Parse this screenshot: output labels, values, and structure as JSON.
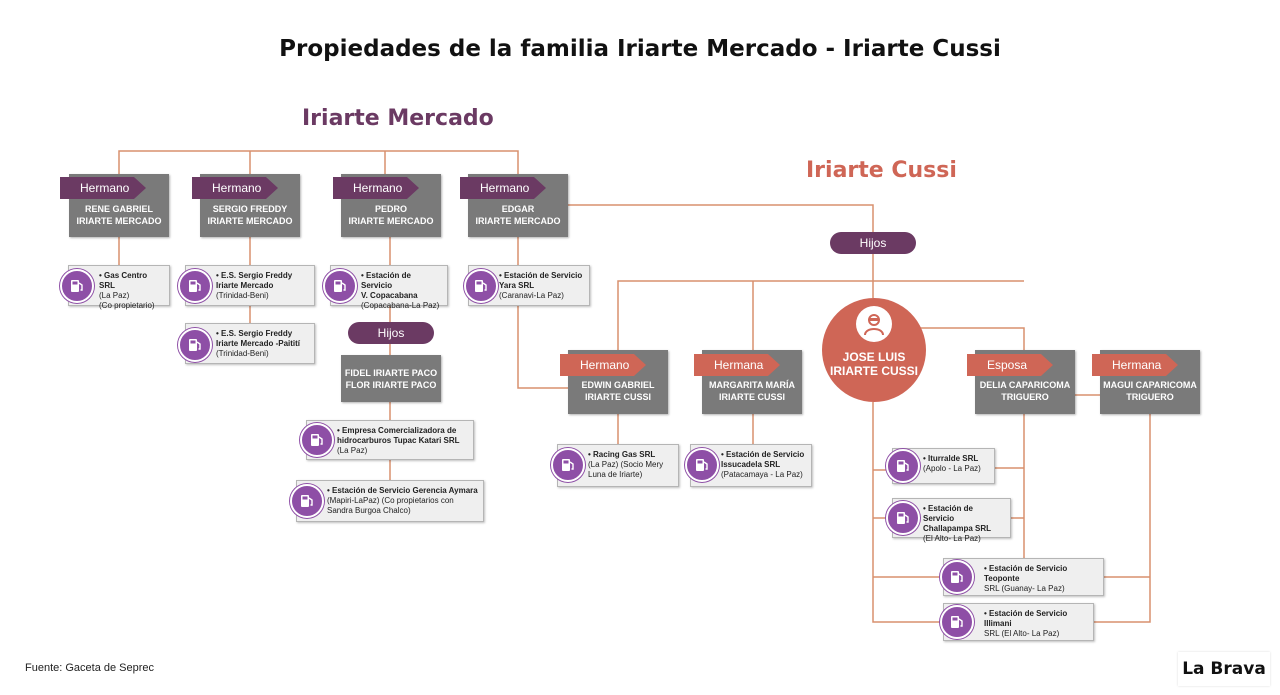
{
  "title": "Propiedades de la familia Iriarte Mercado - Iriarte Cussi",
  "families": {
    "mercado": "Iriarte Mercado",
    "cussi": "Iriarte Cussi"
  },
  "colors": {
    "purple": "#6b3a63",
    "coral": "#cf6656",
    "line": "#d8906e",
    "grey_box": "#7a7a7a",
    "icon": "#8e4fa6"
  },
  "people": {
    "rene": {
      "tag": "Hermano",
      "name": "RENE GABRIEL\nIRIARTE MERCADO"
    },
    "sergio": {
      "tag": "Hermano",
      "name": "SERGIO FREDDY\nIRIARTE MERCADO"
    },
    "pedro": {
      "tag": "Hermano",
      "name": "PEDRO\nIRIARTE MERCADO"
    },
    "edgar": {
      "tag": "Hermano",
      "name": "EDGAR\nIRIARTE MERCADO"
    },
    "edwin": {
      "tag": "Hermano",
      "name": "EDWIN GABRIEL\nIRIARTE CUSSI"
    },
    "margarita": {
      "tag": "Hermana",
      "name": "MARGARITA MARÍA\nIRIARTE CUSSI"
    },
    "delia": {
      "tag": "Esposa",
      "name": "DELIA CAPARICOMA\nTRIGUERO"
    },
    "magui": {
      "tag": "Hermana",
      "name": "MAGUI CAPARICOMA\nTRIGUERO"
    },
    "jose": {
      "name": "JOSE LUIS\nIRIARTE CUSSI"
    },
    "pedro_children": {
      "name": "FIDEL IRIARTE PACO\nFLOR IRIARTE PACO"
    }
  },
  "hijos_label": "Hijos",
  "properties": {
    "gas_centro": {
      "name": "Gas Centro SRL",
      "detail": "(La Paz)\n(Co propietario)"
    },
    "es_sergio_1": {
      "name": "E.S. Sergio Freddy\nIriarte Mercado",
      "detail": "(Trinidad-Beni)"
    },
    "es_sergio_2": {
      "name": "E.S. Sergio Freddy\nIriarte Mercado -Paitití",
      "detail": "(Trinidad-Beni)"
    },
    "copacabana": {
      "name": "Estación de Servicio\nV. Copacabana",
      "detail": "(Copacabana-La Paz)"
    },
    "yara": {
      "name": "Estación de Servicio\nYara SRL",
      "detail": "(Caranavi-La Paz)"
    },
    "tupac": {
      "name": "Empresa Comercializadora de\nhidrocarburos Tupac Katari SRL",
      "detail": "(La Paz)"
    },
    "gerencia": {
      "name": "Estación de Servicio Gerencia Aymara",
      "detail": "(Mapiri-LaPaz) (Co propietarios con\nSandra Burgoa Chalco)"
    },
    "racing": {
      "name": "Racing Gas SRL",
      "detail": "(La Paz) (Socio Mery\nLuna de Iriarte)"
    },
    "issucadela": {
      "name": "Estación de Servicio\nIssucadela SRL",
      "detail": "(Patacamaya - La Paz)"
    },
    "iturralde": {
      "name": "Iturralde SRL",
      "detail": "(Apolo - La Paz)"
    },
    "challapampa": {
      "name": "Estación de Servicio\nChallapampa SRL",
      "detail": "(El Alto- La Paz)"
    },
    "teoponte": {
      "name": "Estación de Servicio Teoponte",
      "detail": "SRL (Guanay- La Paz)"
    },
    "illimani": {
      "name": "Estación de Servicio Illimani",
      "detail": "SRL (El Alto- La Paz)"
    }
  },
  "icons": {
    "property": "fuel-pump-icon",
    "person": "person-icon"
  },
  "footer": {
    "source": "Fuente: Gaceta de Seprec",
    "brand": "La Brava"
  }
}
